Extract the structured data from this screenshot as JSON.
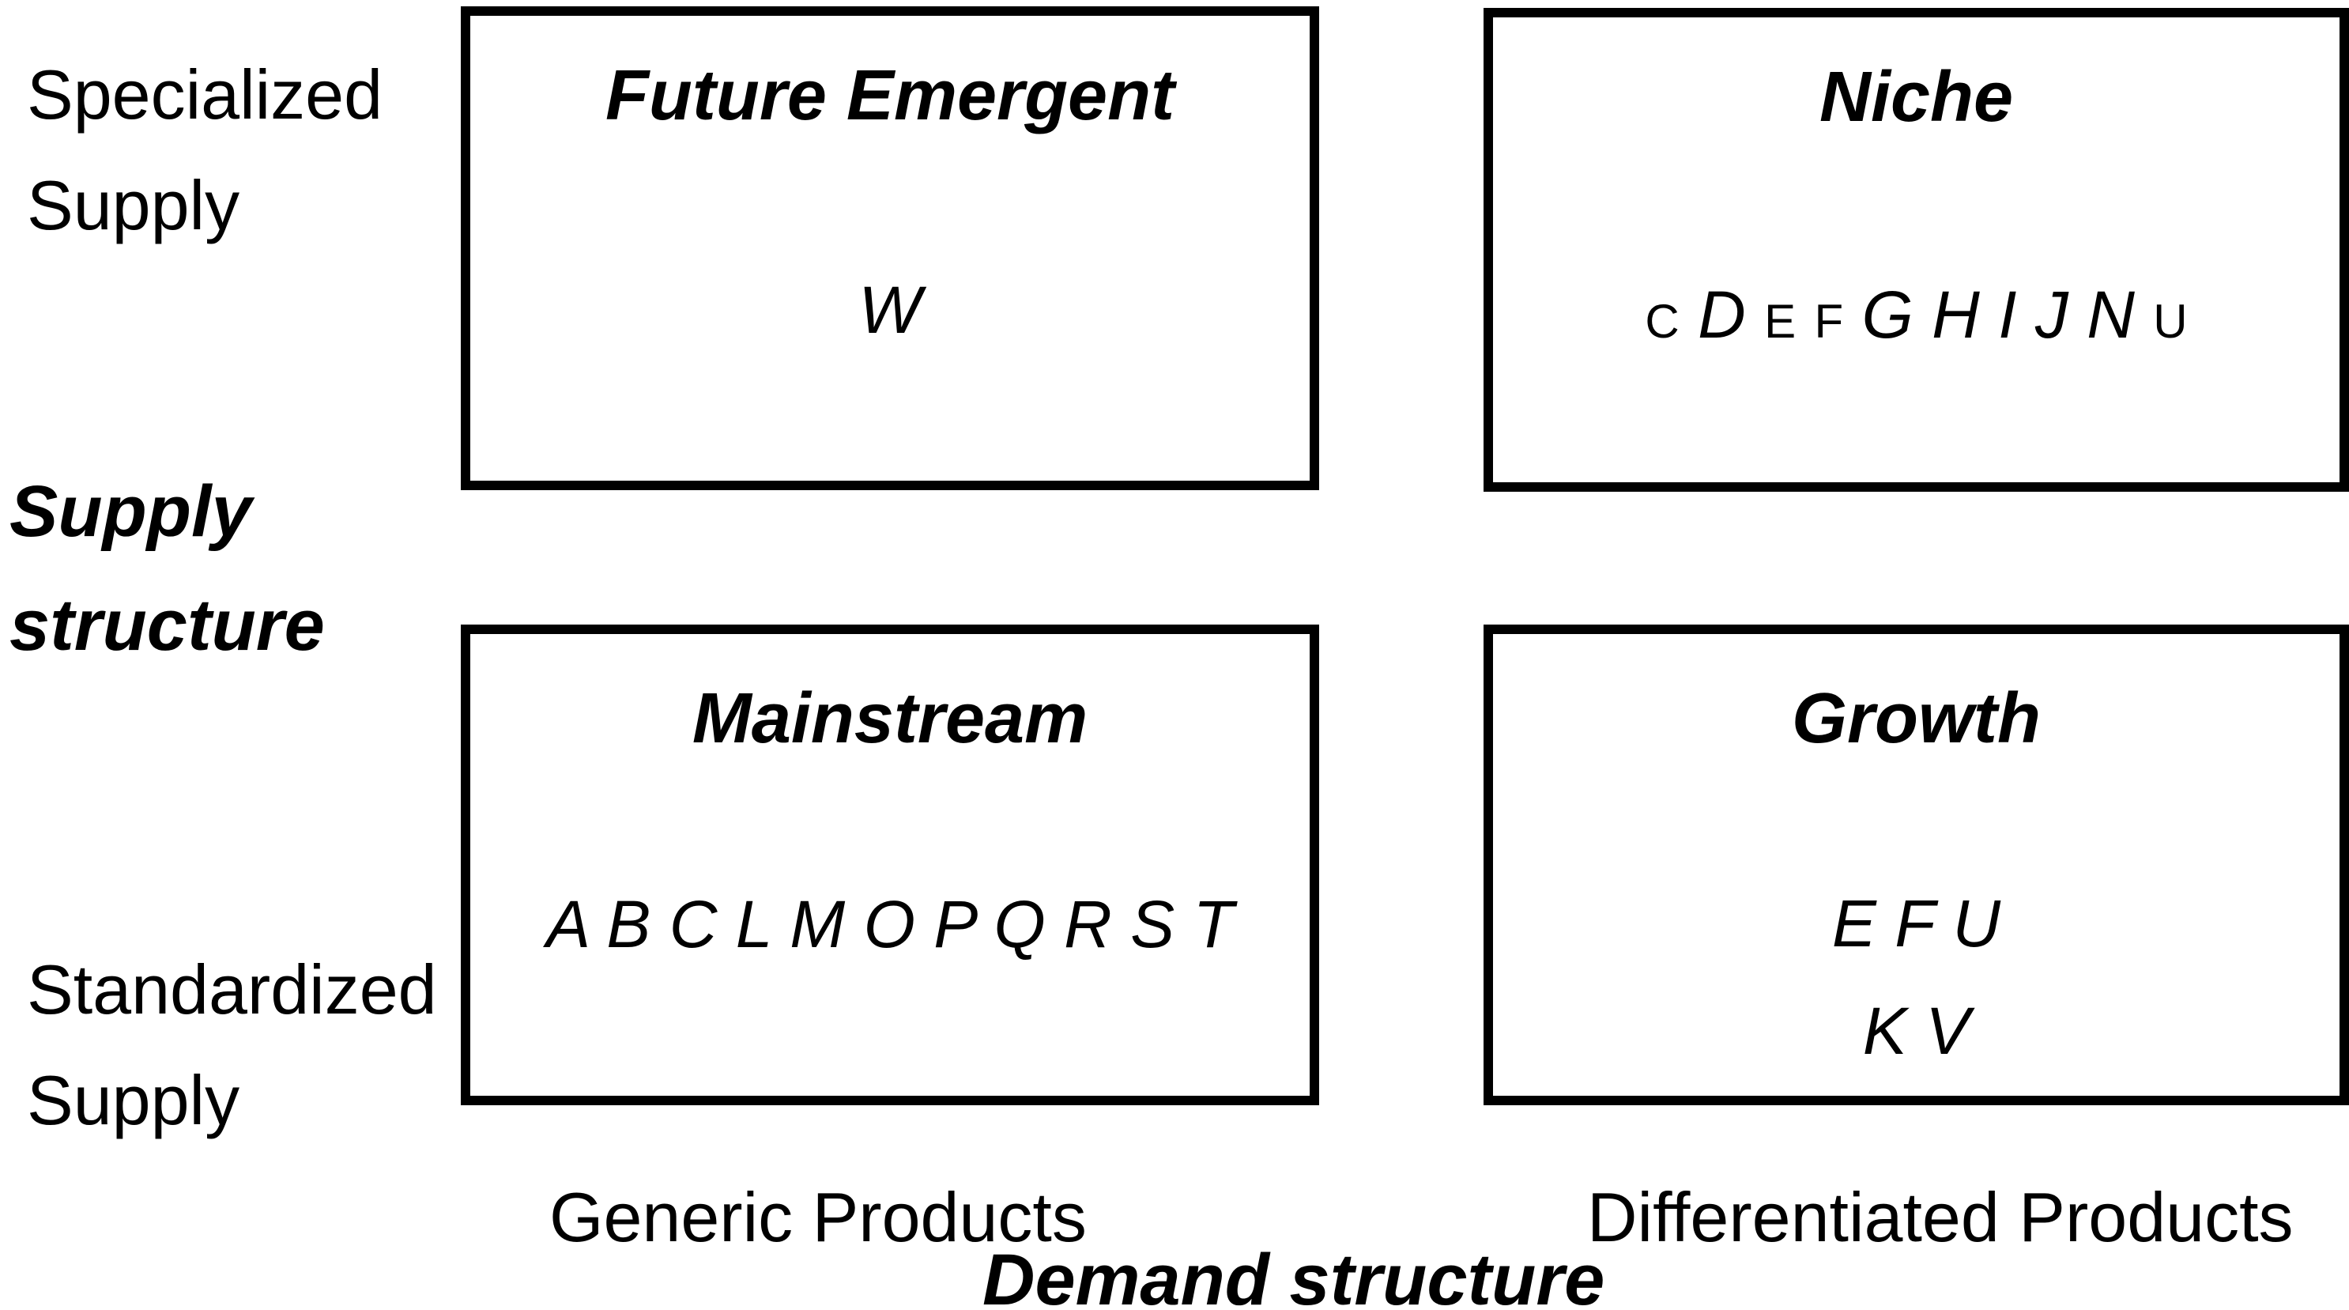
{
  "figure": {
    "type": "2x2-matrix-diagram",
    "colors": {
      "ink": "#000000",
      "background": "#ffffff"
    },
    "y_axis": {
      "title_line1": "Supply",
      "title_line2": "structure",
      "top_label_line1": "Specialized",
      "top_label_line2": "Supply",
      "bottom_label_line1": "Standardized",
      "bottom_label_line2": "Supply"
    },
    "x_axis": {
      "title": "Demand structure",
      "left_label": "Generic Products",
      "right_label": "Differentiated Products"
    },
    "quadrants": {
      "future_emergent": {
        "title": "Future Emergent",
        "items": "W"
      },
      "niche": {
        "title": "Niche",
        "letters": [
          {
            "char": "C",
            "size": "small"
          },
          {
            "char": "D",
            "size": "large"
          },
          {
            "char": "E",
            "size": "small"
          },
          {
            "char": "F",
            "size": "small"
          },
          {
            "char": "G",
            "size": "large"
          },
          {
            "char": "H",
            "size": "large"
          },
          {
            "char": "I",
            "size": "large"
          },
          {
            "char": "J",
            "size": "large"
          },
          {
            "char": "N",
            "size": "large"
          },
          {
            "char": "U",
            "size": "small"
          }
        ]
      },
      "mainstream": {
        "title": "Mainstream",
        "items": "A B C L M O P Q R S T"
      },
      "growth": {
        "title": "Growth",
        "items_line1": "E F U",
        "items_line2": "K V"
      }
    }
  }
}
